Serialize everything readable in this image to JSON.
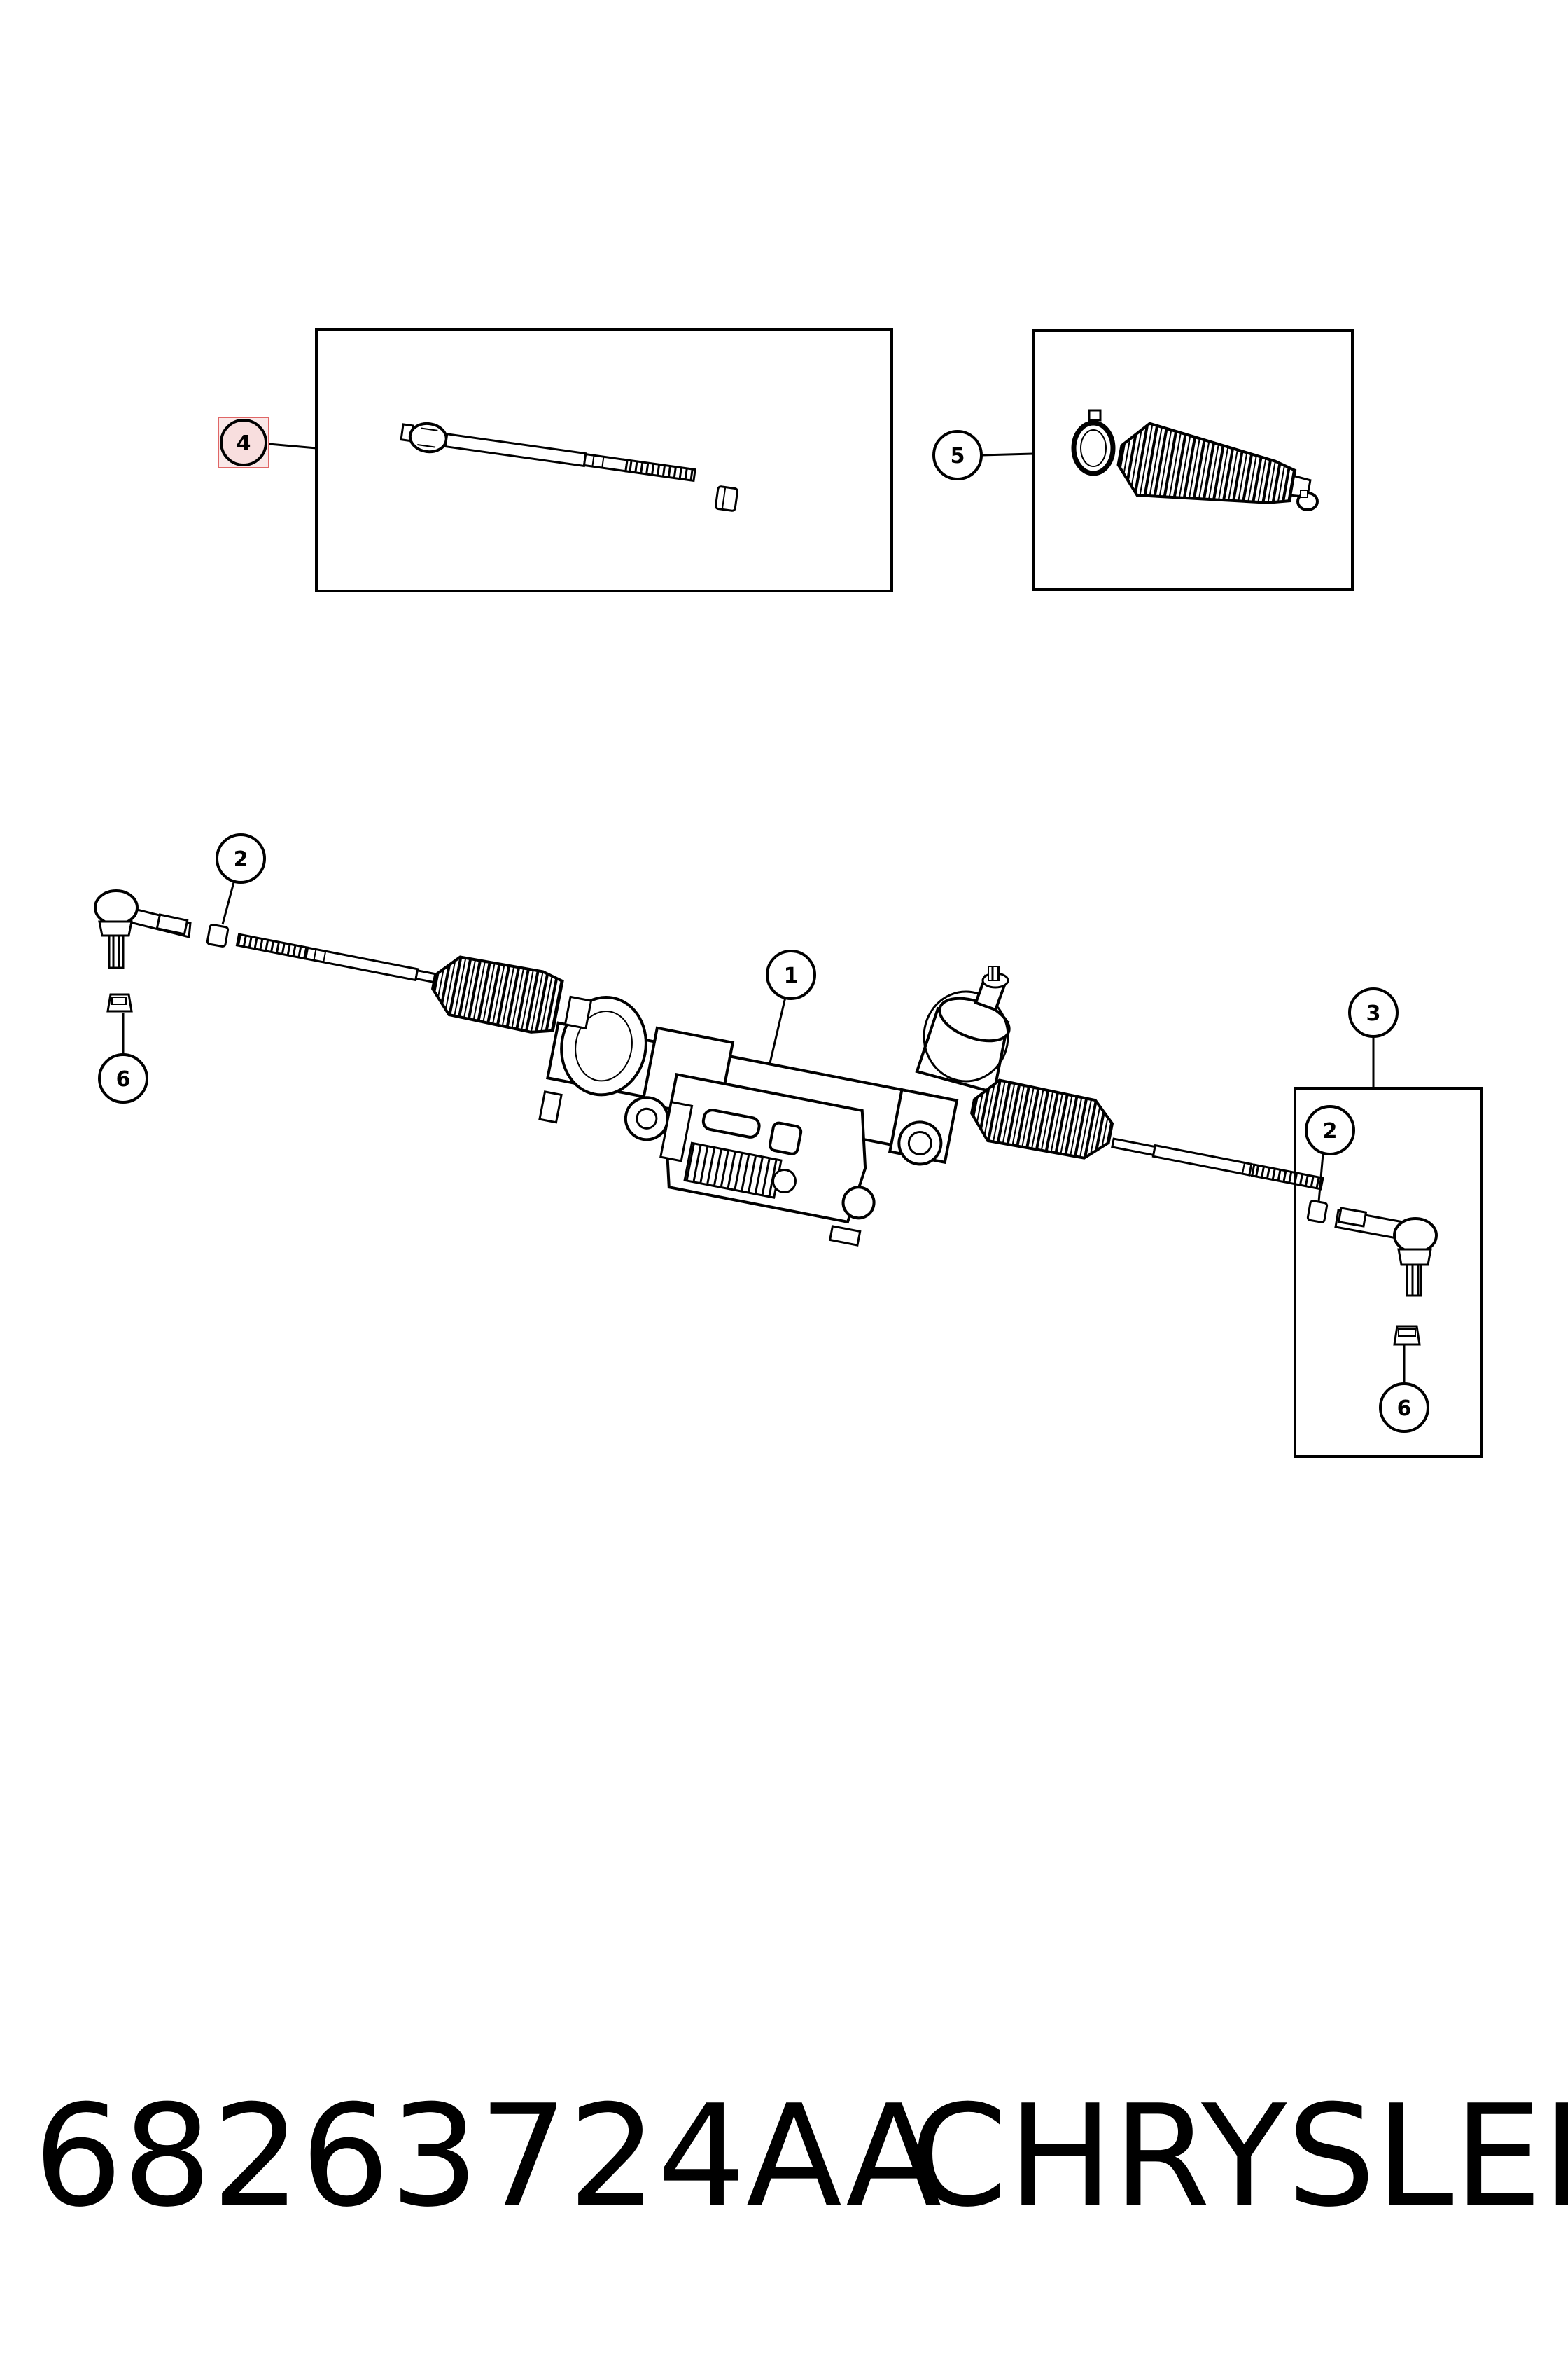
{
  "callouts": {
    "c1": "1",
    "c2_left": "2",
    "c2_box": "2",
    "c3": "3",
    "c4": "4",
    "c5": "5",
    "c6_left": "6",
    "c6_box": "6"
  },
  "highlight": {
    "callout": "4",
    "color": "#e06666"
  },
  "footer": {
    "part_number": "68263724AA",
    "brand": "CHRYSLER"
  }
}
